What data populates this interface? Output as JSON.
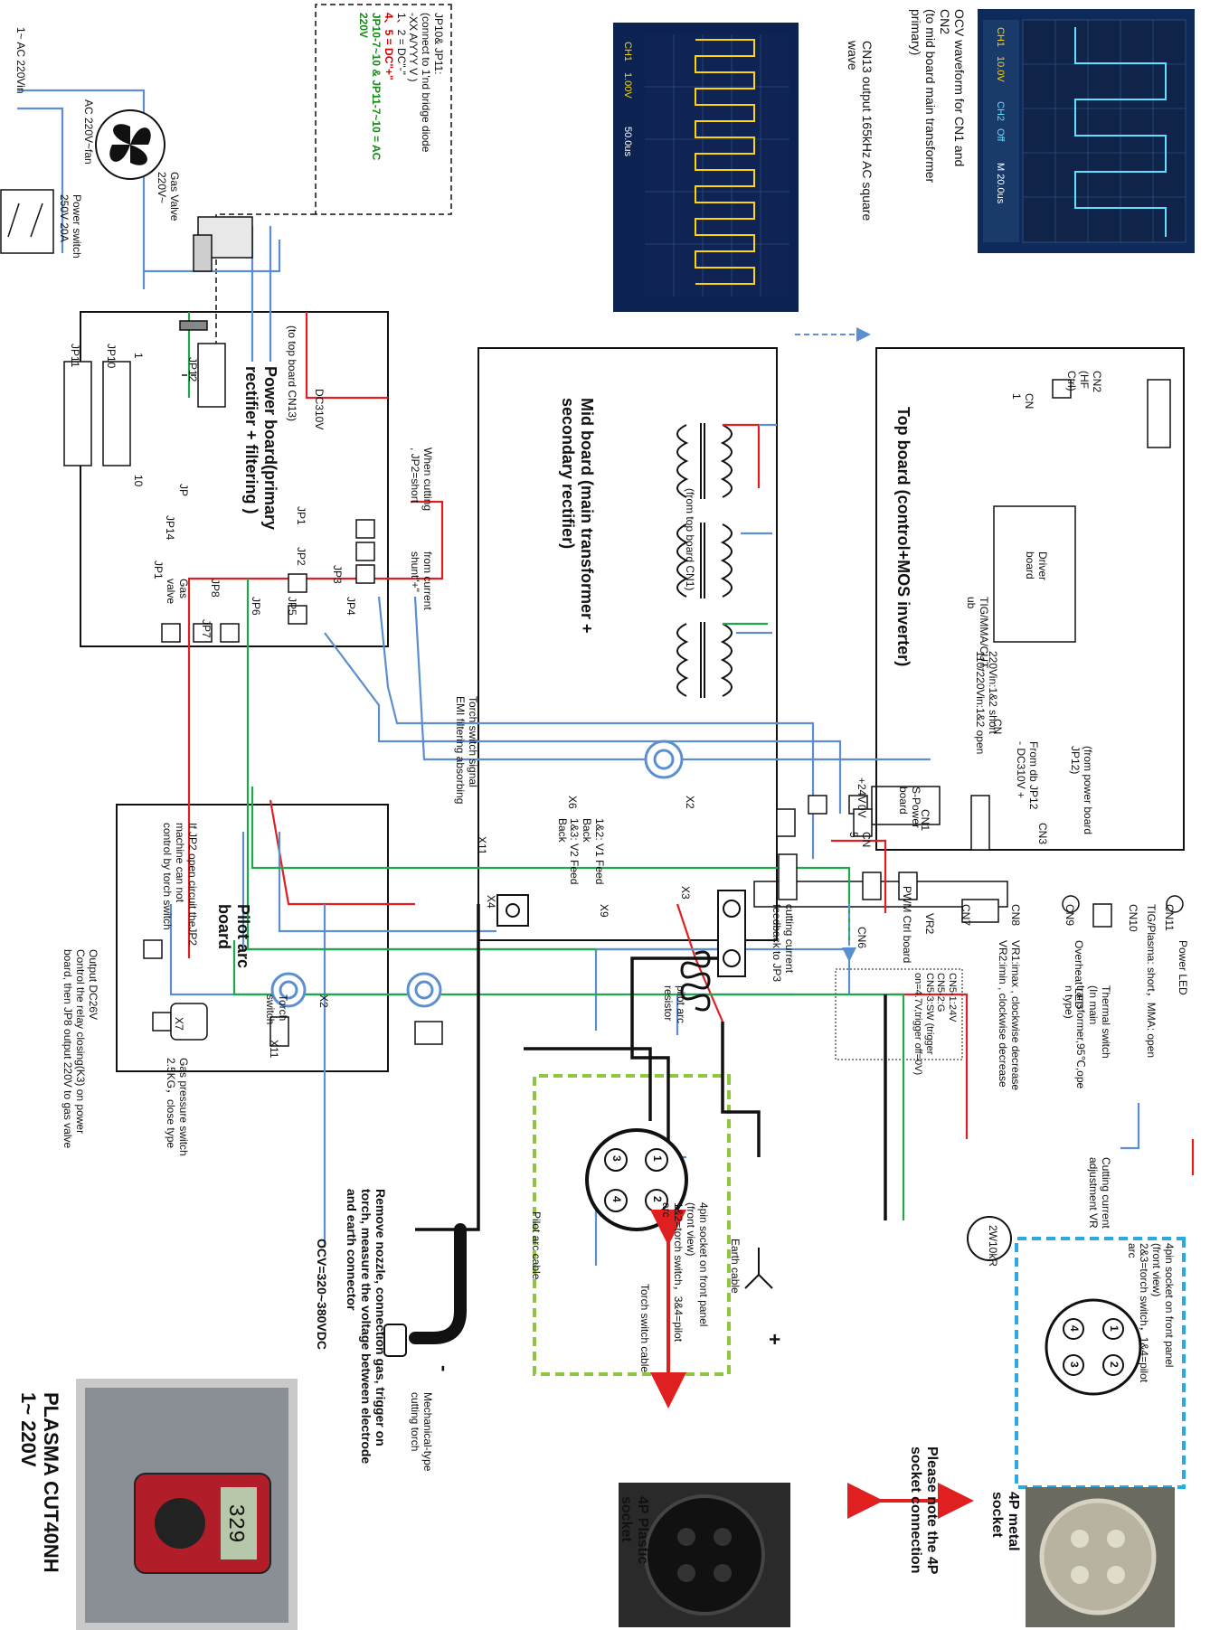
{
  "title": "PLASMA CUT40NH\n1~ 220V",
  "ac_input": "1~ AC 220Vin",
  "power_switch": "Power switch\n250V 20A",
  "fan": "AC 220V~fan",
  "gas_valve": "Gas Valve\n220V~",
  "jp10_jp11_note": {
    "line1": "JP10& JP11:\n(connect to 1'nd bridge diode\n-XX A/YYY V )\n1、2 = DC\"-\"",
    "line2": "4、5 = DC\"+\"",
    "line3": "JP10-7~10 & JP11-7~10 = AC\n220V"
  },
  "osc1_caption": "CN13 output 165kHz AC square\nwave",
  "osc1_readouts": [
    "CH1",
    "1.00V",
    "50.0us"
  ],
  "osc2_caption": "OCV waveform for CN1 and\nCN2\n(to mid board main transformer\nprimary)",
  "osc2_readouts": [
    "CH1",
    "10.0V",
    "CH2",
    "Off",
    "M 20.0us"
  ],
  "power_board": {
    "title": "Power board(primary\nrectifier + filtering )",
    "jp12": "JP12",
    "to_top_board": "(to top board CN13)",
    "dc310v": "DC310V",
    "when_cutting": "When cutting\n, JP2=short",
    "from_shunt": "from current\nshunt\"+\"",
    "jp10": "JP10",
    "jp11": "JP11",
    "jp": "JP",
    "jp14": "JP14",
    "jp1a": "JP1",
    "jp1": "JP1",
    "jp2": "JP2",
    "jp3": "JP3",
    "jp8": "JP8",
    "gas_valve": "Gas\nvalve",
    "jp7": "JP7",
    "jp6": "JP6",
    "jp5": "JP5",
    "jp4": "JP4",
    "pin1": "1",
    "pin10": "10"
  },
  "mid_board": {
    "title": "Mid board (main transformer +\nsecondary rectifier)",
    "from_cn1": "(from top board CN1)",
    "torch_signal": "Torch switch signal\nEMI filtering absorbing",
    "x11": "X11",
    "x6": "X6",
    "x6_notes": "1&2: V1 Feed\nBack\n1&3: V2 Feed\nBack",
    "x2": "X2",
    "x3": "X3",
    "x4": "X4",
    "x9": "X9"
  },
  "top_board": {
    "title": "Top board (control+MOS inverter)",
    "cn2": "CN2\n(HF\nCtrl)",
    "cn1": "CN\n1",
    "driver": "Driver\nboard",
    "tig_mma": "TIG/MMA/CUT-\nub",
    "voltage_select": "220Vin:1&2 short\n110/220Vin:1&2 open",
    "cn": "CN",
    "from_power_board": "(from power board\nJP12)",
    "from_db": "From db JP12\n- DC310V +",
    "cn3": "CN3",
    "s_power": "S-Power\nboard",
    "cn1b": "CN1",
    "plus24": "+24V",
    "zero_v": "0V",
    "cn5": "CN\n5",
    "pwm": "PWM Ctrl board",
    "vr2": "VR2",
    "cn7": "CN7",
    "cn8": "CN8",
    "cn9": "CN9",
    "cn10": "CN10",
    "cn11": "CN11",
    "cn6": "CN6",
    "vr_notes": "VR1:imax , clockwise decrease\nVR2:imin , clockwise decrease",
    "cutting_feedback": "cutting current\nfeedback to JP3"
  },
  "pilot_board": {
    "title": "Pilot arc\nboard",
    "jp2_note": "If JP2 open circuit theJP2\nmachine can not\ncontrol by torch switch",
    "x7": "X7",
    "x2": "X2",
    "x11": "X11",
    "torch_switch": "Torch\nswitch"
  },
  "output_note": "Output DC26V\nControl the relay closing(K3) on power\nboard, then JP8 output 220V to gas valve",
  "gas_pressure": "Gas pressure switch\n2.5KG，close type",
  "power_led": "Power LED",
  "tig_plasma": "TIG/Plasma: short，MMA: open",
  "overheat_led": "Overheat LED",
  "thermal": "Thermal switch\n(In main\ntransformer,95℃,ope\nn type)",
  "cn5_notes": "CN5-1:24V\nCN5-2:G\nCN5-3:SW (trigger\non=4.7V,trigger off=0V)",
  "vr_knob": "Cutting current\nadjustment VR",
  "vr_value": "2W10kR",
  "pilot_resistor": "pilot arc\nresistor",
  "earth_cable": "Earth cable",
  "plus": "+",
  "minus": "-",
  "socket_green_title": "4pin socket on front panel\n(front view)\n1&2=torch switch，3&4=pilot\narc",
  "socket_blue_title": "4pin socket on front panel\n(front view)\n2&3=torch switch，1&4=pilot\narc",
  "pilot_arc_cable": "Pilot arc cable",
  "torch_switch_cable": "Torch switch cable",
  "torch": "Mechanical-type\ncutting torch",
  "ocv_note": "Remove nozzle, connection gas, trigger on\ntorch, measure the voltage between electrode\nand earth connector",
  "ocv_value": "OCV=320~380VDC",
  "plastic_socket": "4P Plastic\nsocket",
  "metal_socket": "4P metal\nsocket",
  "note_4p": "Please note the 4P\nsocket connection",
  "meter_reading": "329",
  "pins": [
    "1",
    "2",
    "3",
    "4"
  ],
  "colors": {
    "red": "#e02020",
    "blue": "#5b8fd0",
    "green": "#1fa84a",
    "black": "#111111",
    "green_box": "#8dc63f",
    "blue_box": "#29abe2"
  }
}
